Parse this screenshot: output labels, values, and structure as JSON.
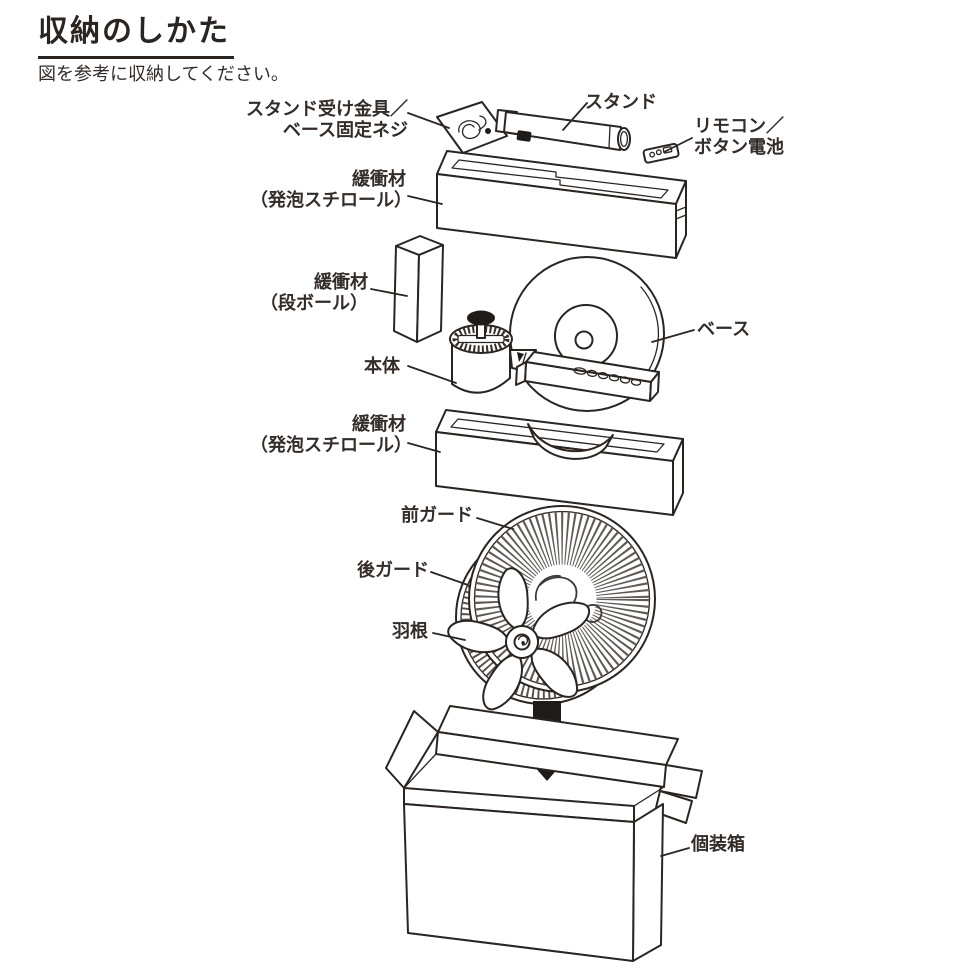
{
  "page": {
    "title": "収納のしかた",
    "subtitle": "図を参考に収納してください。"
  },
  "diagram": {
    "labels": {
      "stand_bracket": "スタンド受け金具／\nベース固定ネジ",
      "stand": "スタンド",
      "remote": "リモコン／\nボタン電池",
      "cushion_foam_top": "緩衝材\n（発泡スチロール）",
      "cushion_cardboard": "緩衝材\n（段ボール）",
      "body": "本体",
      "base": "ベース",
      "cushion_foam_bottom": "緩衝材\n（発泡スチロール）",
      "front_guard": "前ガード",
      "rear_guard": "後ガード",
      "blade": "羽根",
      "box": "個装箱"
    },
    "icons": {
      "pack_direction_arrow": "down-arrow"
    },
    "colors": {
      "line": "#2b2522",
      "text": "#332c28",
      "arrow_fill": "#1f1b19",
      "guard_stripe": "#5f5a56",
      "background": "#ffffff"
    }
  }
}
